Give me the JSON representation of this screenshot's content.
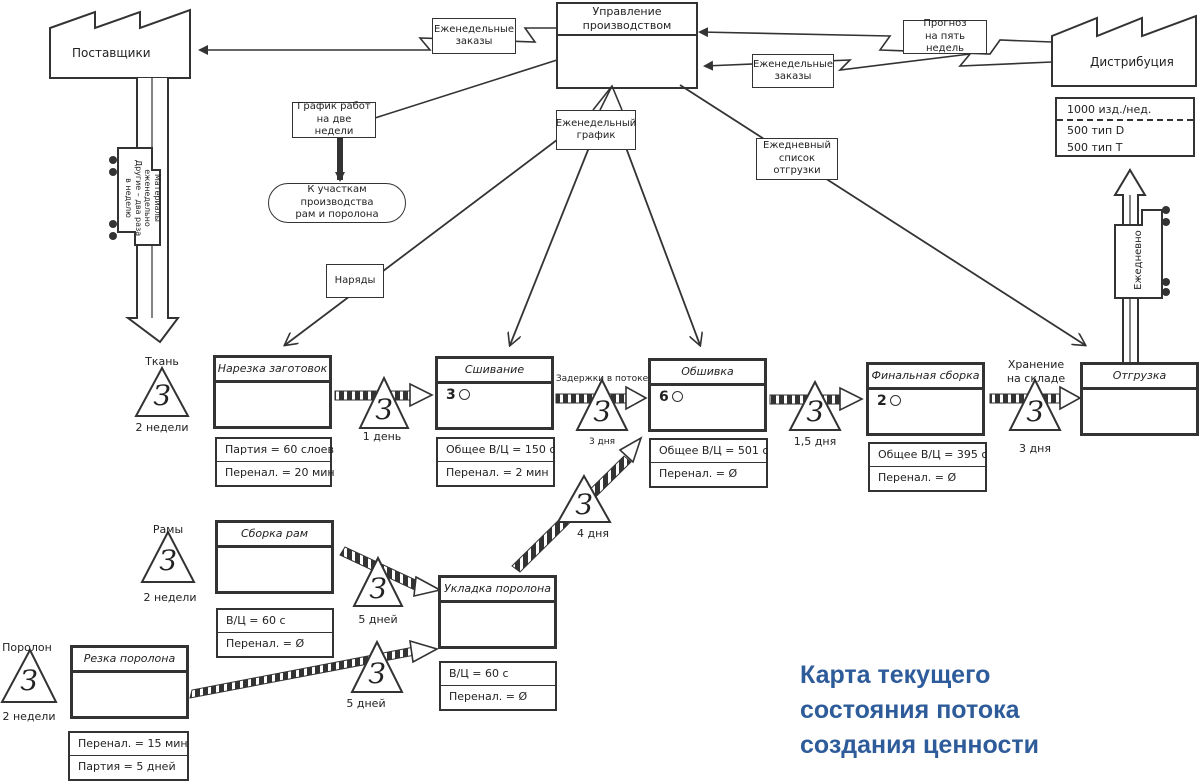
{
  "suppliers": {
    "label": "Поставщики"
  },
  "distribution": {
    "label": "Дистрибуция"
  },
  "management": {
    "label_line1": "Управление",
    "label_line2": "производством"
  },
  "info_notes": {
    "weekly_orders_suppliers": [
      "Еженедельные",
      "заказы"
    ],
    "forecast": [
      "Прогноз",
      "на пять недель"
    ],
    "weekly_orders_distribution": [
      "Еженедельные",
      "заказы"
    ],
    "two_week_schedule": [
      "График работ",
      "на две недели"
    ],
    "weekly_schedule": [
      "Еженедельный",
      "график"
    ],
    "daily_shipping_list": [
      "Ежедневный",
      "список отгрузки"
    ],
    "work_orders": [
      "Наряды"
    ],
    "to_sections": [
      "К участкам производства",
      "рам и поролона"
    ]
  },
  "demand_box": {
    "rows": [
      "1000 изд./нед.",
      "500 тип D",
      "500 тип T"
    ]
  },
  "truck_labels": {
    "supplier_truck": [
      "Материалы",
      "еженедельно",
      "Другие – два раза",
      "в неделю"
    ],
    "daily_truck": "Ежедневно"
  },
  "processes": [
    {
      "id": "cutting",
      "title": "Нарезка заготовок",
      "operators": "",
      "data": [
        "Партия = 60 слоев",
        "Перенал. = 20 мин"
      ]
    },
    {
      "id": "sewing",
      "title": "Сшивание",
      "operators": "3",
      "data": [
        "Общее В/Ц = 150 с",
        "Перенал. = 2 мин"
      ]
    },
    {
      "id": "upholstery",
      "title": "Обшивка",
      "operators": "6",
      "data": [
        "Общее В/Ц = 501 с",
        "Перенал. = Ø"
      ]
    },
    {
      "id": "final_assembly",
      "title": "Финальная сборка",
      "operators": "2",
      "data": [
        "Общее В/Ц = 395 с",
        "Перенал. = Ø"
      ]
    },
    {
      "id": "shipping",
      "title": "Отгрузка",
      "operators": "",
      "data": []
    },
    {
      "id": "frame_assembly",
      "title": "Сборка рам",
      "operators": "",
      "data": [
        "В/Ц = 60 с",
        "Перенал. = Ø"
      ]
    },
    {
      "id": "foam_laying",
      "title": "Укладка поролона",
      "operators": "",
      "data": [
        "В/Ц = 60 с",
        "Перенал. = Ø"
      ]
    },
    {
      "id": "foam_cutting",
      "title": "Резка поролона",
      "operators": "",
      "data": [
        "Перенал. = 15 мин",
        "Партия = 5 дней"
      ]
    }
  ],
  "inventories": [
    {
      "id": "fabric",
      "mark": "З",
      "top_label": "Ткань",
      "bottom_label": "2 недели"
    },
    {
      "id": "inv_cut_sew",
      "mark": "З",
      "top_label": "",
      "bottom_label": "1 день"
    },
    {
      "id": "inv_sew_uph",
      "mark": "З",
      "top_label": "Задержки в потоке",
      "bottom_label": "3 дня"
    },
    {
      "id": "inv_uph_final",
      "mark": "З",
      "top_label": "",
      "bottom_label": "1,5 дня"
    },
    {
      "id": "inv_final_ship",
      "mark": "З",
      "top_label": "Хранение\nна складе",
      "bottom_label": "3 дня"
    },
    {
      "id": "frames",
      "mark": "З",
      "top_label": "Рамы",
      "bottom_label": "2 недели"
    },
    {
      "id": "inv_frames_foam",
      "mark": "З",
      "top_label": "",
      "bottom_label": "5 дней"
    },
    {
      "id": "inv_foam_uph",
      "mark": "З",
      "top_label": "",
      "bottom_label": "4 дня"
    },
    {
      "id": "foam",
      "mark": "З",
      "top_label": "Поролон",
      "bottom_label": "2 недели"
    },
    {
      "id": "inv_foamcut_lay",
      "mark": "З",
      "top_label": "",
      "bottom_label": "5 дней"
    }
  ],
  "title": [
    "Карта текущего",
    "состояния потока",
    "создания ценности"
  ],
  "colors": {
    "title": "#2e5c9a",
    "ink": "#333333"
  }
}
